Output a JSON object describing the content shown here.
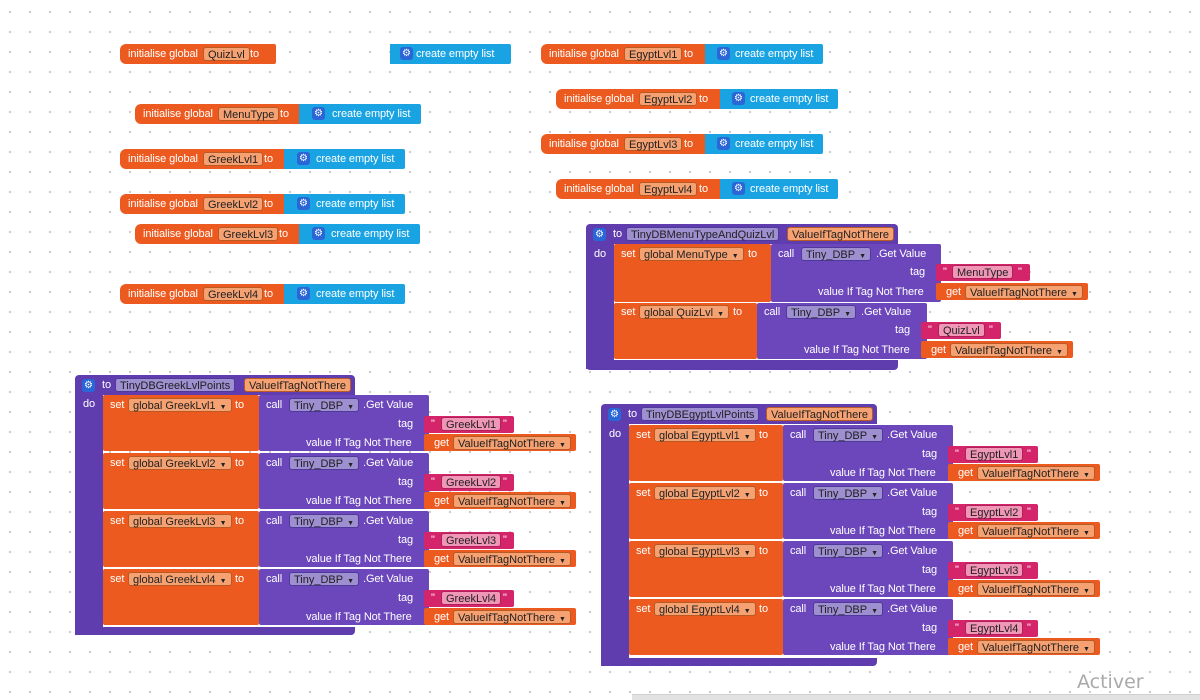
{
  "labels": {
    "initialise_global": "initialise global",
    "to": "to",
    "create_empty_list": "create empty list",
    "do": "do",
    "set": "set",
    "call": "call",
    "get_value": ".Get Value",
    "tag": "tag",
    "value_if_tag_not_there": "value If Tag Not There",
    "get": "get"
  },
  "icons": {
    "gear": "gear-icon",
    "dropdown": "chevron-down-icon"
  },
  "colors": {
    "variable_block": "#ec5a1f",
    "list_block": "#19a3e2",
    "procedure_block": "#5f3dae",
    "component_block": "#6b47bb",
    "text_block": "#d4246a"
  },
  "globals": [
    "QuizLvl",
    "MenuType",
    "GreekLvl1",
    "GreekLvl2",
    "GreekLvl3",
    "GreekLvl4",
    "EgyptLvl1",
    "EgyptLvl2",
    "EgyptLvl3",
    "EgyptLvl4"
  ],
  "procedures": {
    "menu": {
      "name": "TinyDBMenuTypeAndQuizLvl",
      "param": "ValueIfTagNotThere",
      "rows": [
        {
          "var": "global MenuType",
          "component": "Tiny_DBP",
          "tag": "MenuType",
          "get": "ValueIfTagNotThere"
        },
        {
          "var": "global QuizLvl",
          "component": "Tiny_DBP",
          "tag": "QuizLvl",
          "get": "ValueIfTagNotThere"
        }
      ]
    },
    "greek": {
      "name": "TinyDBGreekLvlPoints",
      "param": "ValueIfTagNotThere",
      "rows": [
        {
          "var": "global GreekLvl1",
          "component": "Tiny_DBP",
          "tag": "GreekLvl1",
          "get": "ValueIfTagNotThere"
        },
        {
          "var": "global GreekLvl2",
          "component": "Tiny_DBP",
          "tag": "GreekLvl2",
          "get": "ValueIfTagNotThere"
        },
        {
          "var": "global GreekLvl3",
          "component": "Tiny_DBP",
          "tag": "GreekLvl3",
          "get": "ValueIfTagNotThere"
        },
        {
          "var": "global GreekLvl4",
          "component": "Tiny_DBP",
          "tag": "GreekLvl4",
          "get": "ValueIfTagNotThere"
        }
      ]
    },
    "egypt": {
      "name": "TinyDBEgyptLvlPoints",
      "param": "ValueIfTagNotThere",
      "rows": [
        {
          "var": "global EgyptLvl1",
          "component": "Tiny_DBP",
          "tag": "EgyptLvl1",
          "get": "ValueIfTagNotThere"
        },
        {
          "var": "global EgyptLvl2",
          "component": "Tiny_DBP",
          "tag": "EgyptLvl2",
          "get": "ValueIfTagNotThere"
        },
        {
          "var": "global EgyptLvl3",
          "component": "Tiny_DBP",
          "tag": "EgyptLvl3",
          "get": "ValueIfTagNotThere"
        },
        {
          "var": "global EgyptLvl4",
          "component": "Tiny_DBP",
          "tag": "EgyptLvl4",
          "get": "ValueIfTagNotThere"
        }
      ]
    }
  },
  "watermark": "Activer Windo"
}
